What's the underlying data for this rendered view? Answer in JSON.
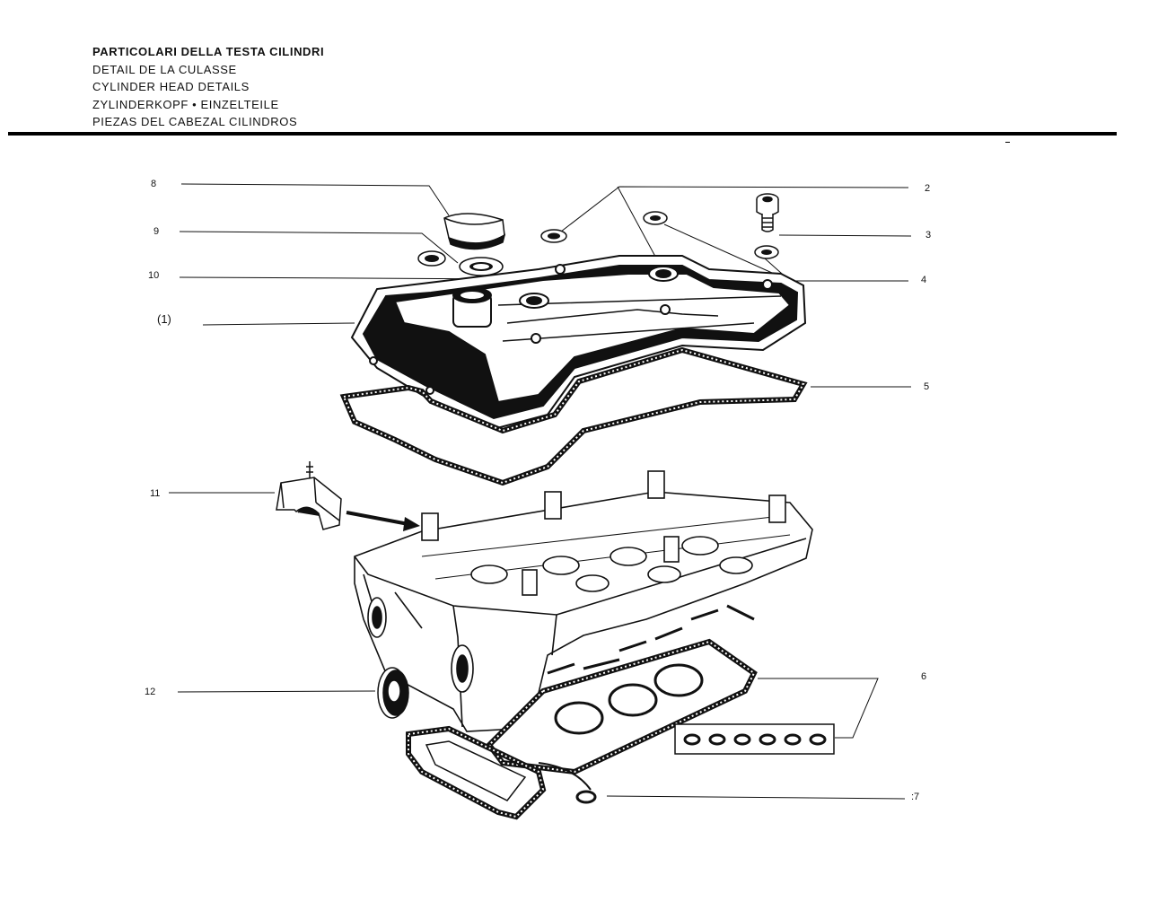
{
  "header": {
    "titles": [
      "PARTICOLARI DELLA TESTA CILINDRI",
      "DETAIL DE LA CULASSE",
      "CYLINDER HEAD DETAILS",
      "ZYLINDERKOPF • EINZELTEILE",
      "PIEZAS DEL CABEZAL CILINDROS"
    ]
  },
  "callouts": {
    "c1": "(1)",
    "c2": "2",
    "c3": "3",
    "c4": "4",
    "c5": "5",
    "c6": "6",
    "c7": ":7",
    "c8": "8",
    "c9": "9",
    "c10": "10",
    "c11": "11",
    "c12": "12"
  }
}
